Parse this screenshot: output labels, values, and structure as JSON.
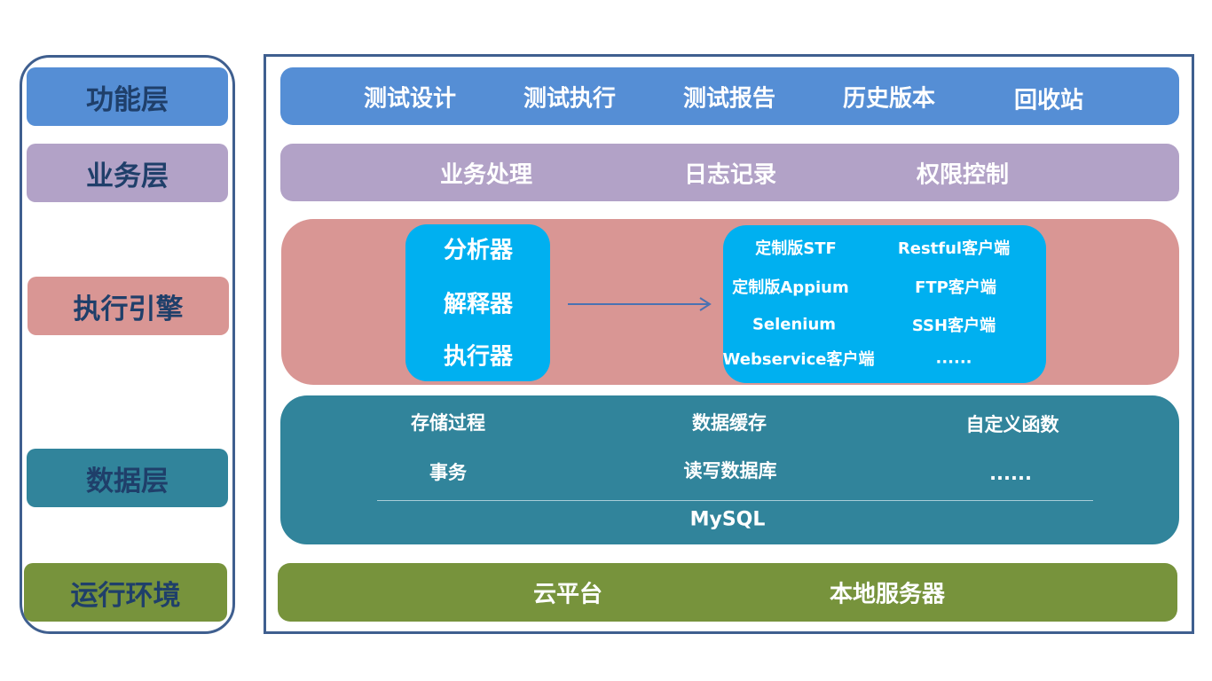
{
  "layers": {
    "function": "功能层",
    "business": "业务层",
    "engine": "执行引擎",
    "data": "数据层",
    "runtime": "运行环境"
  },
  "function_band": [
    "测试设计",
    "测试执行",
    "测试报告",
    "历史版本",
    "回收站"
  ],
  "business_band": [
    "业务处理",
    "日志记录",
    "权限控制"
  ],
  "engine_band": {
    "left_box": [
      "分析器",
      "解释器",
      "执行器"
    ],
    "right_box": [
      "定制版STF",
      "Restful客户端",
      "定制版Appium",
      "FTP客户端",
      "Selenium",
      "SSH客户端",
      "Webservice客户端",
      "......"
    ]
  },
  "data_band": {
    "items": [
      "存储过程",
      "数据缓存",
      "自定义函数",
      "事务",
      "读写数据库",
      "......"
    ],
    "footer": "MySQL"
  },
  "runtime_band": [
    "云平台",
    "本地服务器"
  ],
  "colors": {
    "function": "#558ed5",
    "business": "#b2a2c7",
    "engine": "#d99694",
    "data": "#31849b",
    "runtime": "#77933c",
    "inner": "#00b0f0",
    "frame": "#3f5f8f",
    "label_text": "#1f3f6a"
  }
}
